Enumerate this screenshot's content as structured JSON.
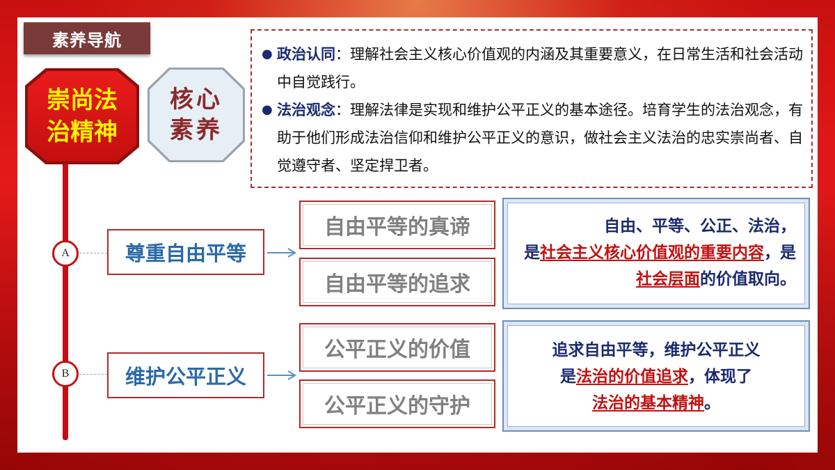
{
  "nav_tag": "素养导航",
  "theme": {
    "line1": "崇尚法",
    "line2": "治精神"
  },
  "core": {
    "line1": "核心",
    "line2": "素养"
  },
  "bullets": [
    {
      "title": "政治认同",
      "sep": "：",
      "text": "理解社会主义核心价值观的内涵及其重要意义，在日常生活和社会活动中自觉践行。"
    },
    {
      "title": "法治观念",
      "sep": "：",
      "text": "理解法律是实现和维护公平正义的基本途径。培育学生的法治观念，有助于他们形成法治信仰和维护公平正义的意识，做社会主义法治的忠实崇尚者、自觉遵守者、坚定捍卫者。"
    }
  ],
  "section_a": {
    "marker": "A",
    "label": "尊重自由平等",
    "topics": [
      "自由平等的真谛",
      "自由平等的追求"
    ],
    "summary": {
      "p1": "自由、平等、公正、法治，",
      "p2": "是",
      "h1": "社会主义核心价值观的重要内容",
      "p3": "，是",
      "h2": "社会层面",
      "p4": "的价值取向。"
    }
  },
  "section_b": {
    "marker": "B",
    "label": "维护公平正义",
    "topics": [
      "公平正义的价值",
      "公平正义的守护"
    ],
    "summary": {
      "p1": "追求自由平等，维护公平正义",
      "p2": "是",
      "h1": "法治的价值追求",
      "p3": "，体现了",
      "h2": "法治的基本精神",
      "p4": "。"
    }
  },
  "colors": {
    "accent_red": "#c41010",
    "navy": "#1a2a6e",
    "blue_label": "#2a6aa8",
    "grey_text": "#808080"
  }
}
